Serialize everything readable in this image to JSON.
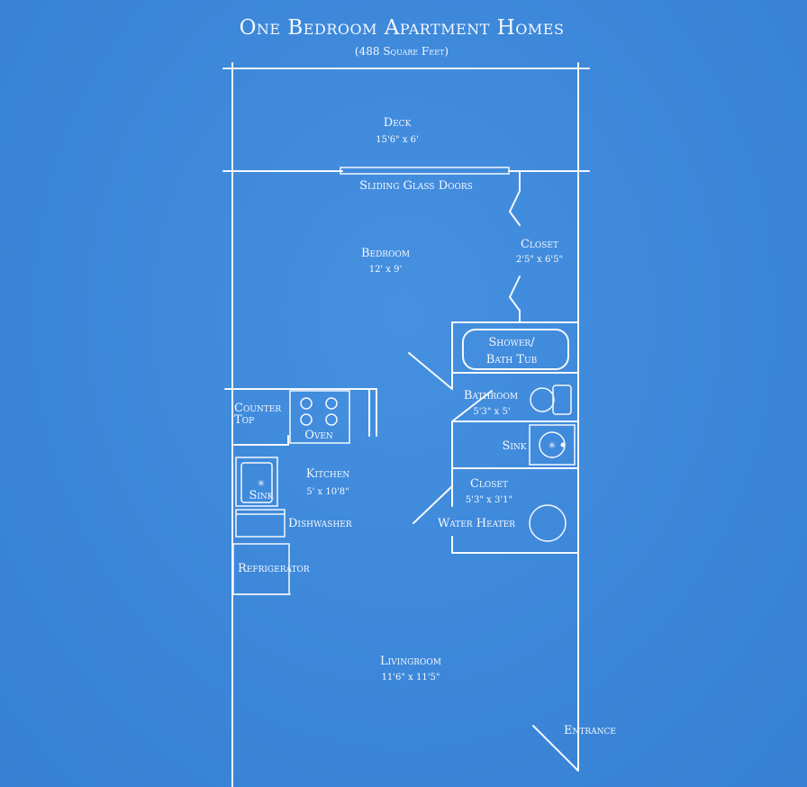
{
  "title": "One Bedroom Apartment Homes",
  "subtitle": "(488 Square Feet)",
  "rooms": {
    "deck": {
      "name": "Deck",
      "dims": "15'6\" x 6'"
    },
    "sliding_doors": {
      "name": "Sliding Glass Doors"
    },
    "bedroom": {
      "name": "Bedroom",
      "dims": "12' x 9'"
    },
    "closet_bedroom": {
      "name": "Closet",
      "dims": "2'5\" x 6'5\""
    },
    "shower": {
      "line1": "Shower/",
      "line2": "Bath Tub"
    },
    "bathroom": {
      "name": "Bathroom",
      "dims": "5'3\" x 5'"
    },
    "bath_sink": {
      "name": "Sink"
    },
    "closet_hall": {
      "name": "Closet",
      "dims": "5'3\" x 3'1\""
    },
    "water_heater": {
      "name": "Water Heater"
    },
    "countertop": {
      "line1": "Counter",
      "line2": "Top"
    },
    "oven": {
      "name": "Oven"
    },
    "kitchen": {
      "name": "Kitchen",
      "dims": "5' x 10'8\""
    },
    "kitchen_sink": {
      "name": "Sink"
    },
    "dishwasher": {
      "name": "Dishwasher"
    },
    "refrigerator": {
      "name": "Refrigerator"
    },
    "livingroom": {
      "name": "Livingroom",
      "dims": "11'6\" x 11'5\""
    },
    "entrance": {
      "name": "Entrance"
    }
  },
  "colors": {
    "background": "#3b87d9",
    "ink": "#f4f8ff"
  }
}
